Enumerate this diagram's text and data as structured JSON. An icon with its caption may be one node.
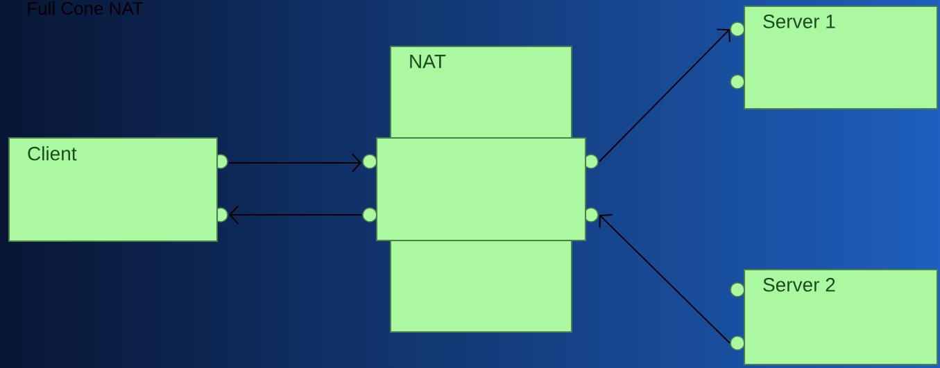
{
  "diagram": {
    "title": "Full Cone NAT",
    "nodes": [
      {
        "text": [
          "Client"
        ]
      },
      {
        "text": [
          "NAT"
        ]
      },
      {
        "text": [],
        "shape": "box"
      },
      {
        "text": [
          "Server 1"
        ]
      },
      {
        "text": [
          "Server 2"
        ]
      }
    ],
    "edges": [
      {
        "from": 0,
        "to": 2,
        "arrow": "to"
      },
      {
        "from": 2,
        "to": 0,
        "arrow": "to"
      },
      {
        "from": 2,
        "to": 3,
        "arrow": "to"
      },
      {
        "from": 4,
        "to": 2,
        "arrow": "to"
      }
    ]
  }
}
